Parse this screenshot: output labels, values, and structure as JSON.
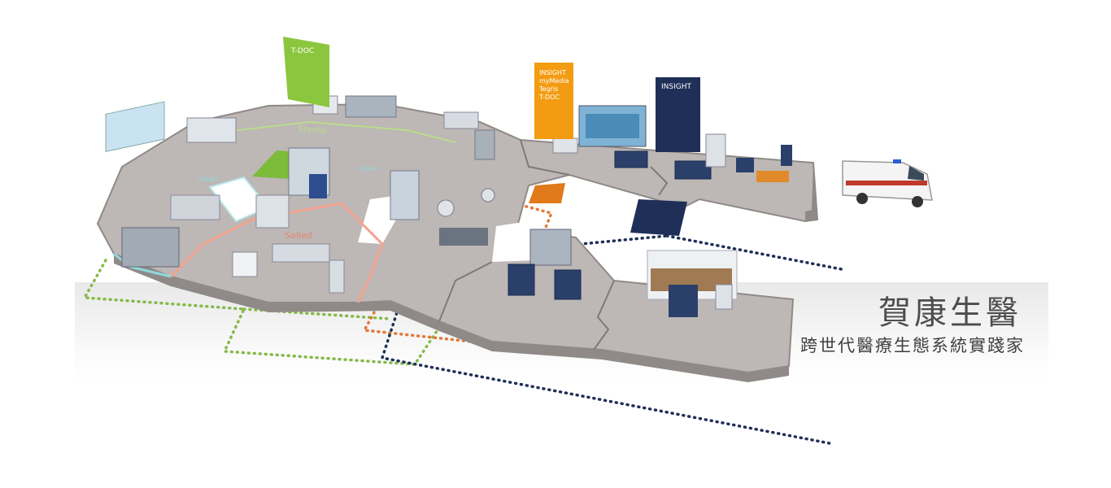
{
  "hero": {
    "title": "賀康生醫",
    "subtitle": "跨世代醫療生態系統實踐家"
  },
  "diagram": {
    "zones": {
      "sterile": "Sterile",
      "soiled": "Soiled",
      "clean_left": "Clean",
      "clean_right": "Clean"
    },
    "banners": {
      "green": "T-DOC",
      "orange": [
        "INSIGHT",
        "myMedia",
        "Tegris",
        "T-DOC"
      ],
      "navy": "INSIGHT"
    }
  },
  "colors": {
    "floor": "#b9b3b1",
    "floor_edge": "#8f8a88",
    "green": "#8cc63f",
    "orange": "#f39c12",
    "navy": "#1f2f57",
    "soiled_line": "#f3a38e",
    "clean_line": "#8fd9dc",
    "brand_text": "#4d4d4d"
  }
}
